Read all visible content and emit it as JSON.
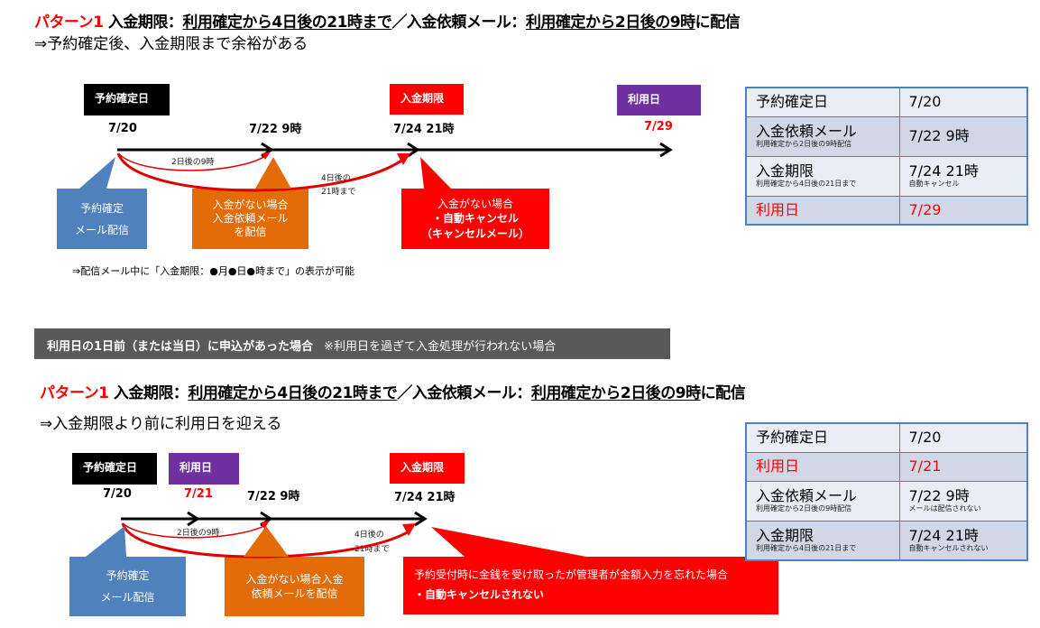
{
  "pattern_section_1": {
    "heading": {
      "pattern_label": "パターン1",
      "deadline_label": "入金期限：",
      "deadline_rule": "利用確定から4日後の21時まで",
      "separator": "／",
      "mail_label": "入金依頼メール：",
      "mail_rule": "利用確定から2日後の9時",
      "mail_suffix": "に配信"
    },
    "subline": "⇒予約確定後、入金期限まで余裕がある",
    "timeline": {
      "tags": {
        "confirm": "予約確定日",
        "deadline": "入金期限",
        "use_day": "利用日"
      },
      "dates": {
        "confirm": "7/20",
        "mail": "7/22 9時",
        "deadline": "7/24 21時",
        "use_day": "7/29"
      },
      "arc_labels": {
        "two_days": "2日後の9時",
        "four_days_line1": "4日後の",
        "four_days_line2": "21時まで"
      }
    },
    "callouts": {
      "blue_line1": "予約確定",
      "blue_line2": "メール配信",
      "orange_line1": "入金がない場合",
      "orange_line2": "入金依頼メール",
      "orange_line3": "を配信",
      "red_line1": "入金がない場合",
      "red_line2": "・自動キャンセル",
      "red_line3": "（キャンセルメール）"
    },
    "note": "⇒配信メール中に「入金期限：●月●日●時まで」の表示が可能",
    "table": [
      {
        "label": "予約確定日",
        "label_sub": "",
        "value": "7/20",
        "value_sub": "",
        "highlight": false
      },
      {
        "label": "入金依頼メール",
        "label_sub": "利用確定から2日後の9時配信",
        "value": "7/22 9時",
        "value_sub": "",
        "highlight": false
      },
      {
        "label": "入金期限",
        "label_sub": "利用確定から4日後の21日まで",
        "value": "7/24 21時",
        "value_sub": "自動キャンセル",
        "highlight": false
      },
      {
        "label": "利用日",
        "label_sub": "",
        "value": "7/29",
        "value_sub": "",
        "highlight": true
      }
    ]
  },
  "banner": {
    "bold": "利用日の1日前（または当日）に申込があった場合",
    "normal": "※利用日を過ぎて入金処理が行われない場合"
  },
  "pattern_section_2": {
    "heading": {
      "pattern_label": "パターン1",
      "deadline_label": "入金期限：",
      "deadline_rule": "利用確定から4日後の21時まで",
      "separator": "／",
      "mail_label": "入金依頼メール：",
      "mail_rule": "利用確定から2日後の9時",
      "mail_suffix": "に配信"
    },
    "subline": "⇒入金期限より前に利用日を迎える",
    "timeline": {
      "tags": {
        "confirm": "予約確定日",
        "use_day": "利用日",
        "deadline": "入金期限"
      },
      "dates": {
        "confirm": "7/20",
        "use_day": "7/21",
        "mail": "7/22 9時",
        "deadline": "7/24 21時"
      },
      "arc_labels": {
        "two_days": "2日後の9時",
        "four_days_line1": "4日後の",
        "four_days_line2": "21時まで"
      }
    },
    "callouts": {
      "blue_line1": "予約確定",
      "blue_line2": "メール配信",
      "orange_line1": "入金がない場合入金",
      "orange_line2": "依頼メールを配信",
      "red_line1": "予約受付時に金銭を受け取ったが管理者が金額入力を忘れた場合",
      "red_line2": "・自動キャンセルされない"
    },
    "table": [
      {
        "label": "予約確定日",
        "label_sub": "",
        "value": "7/20",
        "value_sub": "",
        "highlight": false
      },
      {
        "label": "利用日",
        "label_sub": "",
        "value": "7/21",
        "value_sub": "",
        "highlight": true
      },
      {
        "label": "入金依頼メール",
        "label_sub": "利用確定から2日後の9時配信",
        "value": "7/22 9時",
        "value_sub": "メールは配信されない",
        "highlight": false
      },
      {
        "label": "入金期限",
        "label_sub": "利用確定から4日後の21日まで",
        "value": "7/24 21時",
        "value_sub": "自動キャンセルされない",
        "highlight": false
      }
    ]
  },
  "colors": {
    "pattern_red": "#ff0000",
    "confirm_black": "#000000",
    "use_day_purple": "#7030a0",
    "callout_blue": "#4f81bd",
    "callout_orange": "#e36c09",
    "banner_gray": "#595959",
    "table_border": "#4f81bd"
  }
}
